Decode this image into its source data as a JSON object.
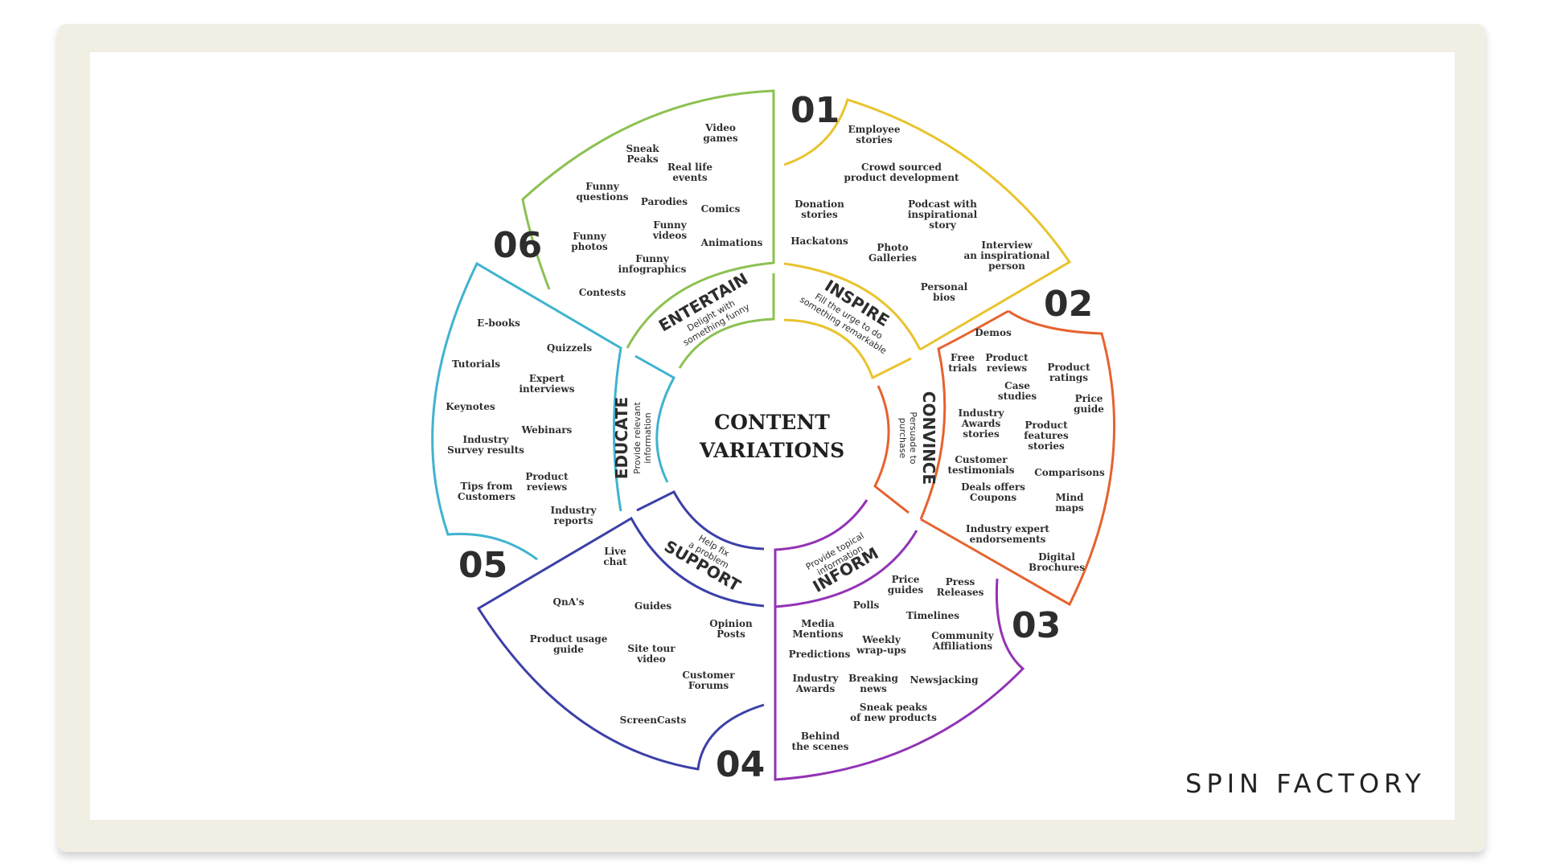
{
  "center": {
    "line1": "CONTENT",
    "line2": "VARIATIONS"
  },
  "brand": "SPIN FACTORY",
  "segments": [
    {
      "number": "01",
      "name": "INSPIRE",
      "tagline": [
        "Fill the urge to do",
        "something remarkable"
      ],
      "color": "#e9c32e",
      "items": [
        [
          "Employee",
          "stories"
        ],
        [
          "Crowd sourced",
          "product development"
        ],
        [
          "Donation",
          "stories"
        ],
        [
          "Podcast with",
          "inspirational",
          "story"
        ],
        [
          "Hackatons"
        ],
        [
          "Photo",
          "Galleries"
        ],
        [
          "Interview",
          "an inspirational",
          "person"
        ],
        [
          "Personal",
          "bios"
        ]
      ]
    },
    {
      "number": "02",
      "name": "CONVINCE",
      "tagline": [
        "Persuade to",
        "purchase"
      ],
      "color": "#e6622e",
      "items": [
        [
          "Demos"
        ],
        [
          "Free",
          "trials"
        ],
        [
          "Product",
          "reviews"
        ],
        [
          "Product",
          "ratings"
        ],
        [
          "Case",
          "studies"
        ],
        [
          "Price",
          "guide"
        ],
        [
          "Industry",
          "Awards",
          "stories"
        ],
        [
          "Product",
          "features",
          "stories"
        ],
        [
          "Customer",
          "testimonials"
        ],
        [
          "Comparisons"
        ],
        [
          "Deals offers",
          "Coupons"
        ],
        [
          "Mind",
          "maps"
        ],
        [
          "Industry expert",
          "endorsements"
        ],
        [
          "Digital",
          "Brochures"
        ]
      ]
    },
    {
      "number": "03",
      "name": "INFORM",
      "tagline": [
        "Provide topical",
        "information"
      ],
      "color": "#9332b5",
      "items": [
        [
          "Price",
          "guides"
        ],
        [
          "Press",
          "Releases"
        ],
        [
          "Polls"
        ],
        [
          "Timelines"
        ],
        [
          "Media",
          "Mentions"
        ],
        [
          "Weekly",
          "wrap-ups"
        ],
        [
          "Community",
          "Affiliations"
        ],
        [
          "Predictions"
        ],
        [
          "Industry",
          "Awards"
        ],
        [
          "Breaking",
          "news"
        ],
        [
          "Newsjacking"
        ],
        [
          "Sneak peaks",
          "of new products"
        ],
        [
          "Behind",
          "the scenes"
        ]
      ]
    },
    {
      "number": "04",
      "name": "SUPPORT",
      "tagline": [
        "Help fix",
        "a problem"
      ],
      "color": "#3c40a8",
      "items": [
        [
          "Live",
          "chat"
        ],
        [
          "QnA's"
        ],
        [
          "Guides"
        ],
        [
          "Opinion",
          "Posts"
        ],
        [
          "Product usage",
          "guide"
        ],
        [
          "Site tour",
          "video"
        ],
        [
          "Customer",
          "Forums"
        ],
        [
          "ScreenCasts"
        ]
      ]
    },
    {
      "number": "05",
      "name": "EDUCATE",
      "tagline": [
        "Provide relevant",
        "information"
      ],
      "color": "#3fb3cf",
      "items": [
        [
          "E-books"
        ],
        [
          "Quizzels"
        ],
        [
          "Tutorials"
        ],
        [
          "Expert",
          "interviews"
        ],
        [
          "Keynotes"
        ],
        [
          "Webinars"
        ],
        [
          "Industry",
          "Survey results"
        ],
        [
          "Product",
          "reviews"
        ],
        [
          "Tips from",
          "Customers"
        ],
        [
          "Industry",
          "reports"
        ]
      ]
    },
    {
      "number": "06",
      "name": "ENTERTAIN",
      "tagline": [
        "Delight with",
        "something funny"
      ],
      "color": "#8cc152",
      "items": [
        [
          "Video",
          "games"
        ],
        [
          "Sneak",
          "Peaks"
        ],
        [
          "Real life",
          "events"
        ],
        [
          "Funny",
          "questions"
        ],
        [
          "Parodies"
        ],
        [
          "Comics"
        ],
        [
          "Funny",
          "videos"
        ],
        [
          "Funny",
          "photos"
        ],
        [
          "Animations"
        ],
        [
          "Funny",
          "infographics"
        ],
        [
          "Contests"
        ]
      ]
    }
  ]
}
